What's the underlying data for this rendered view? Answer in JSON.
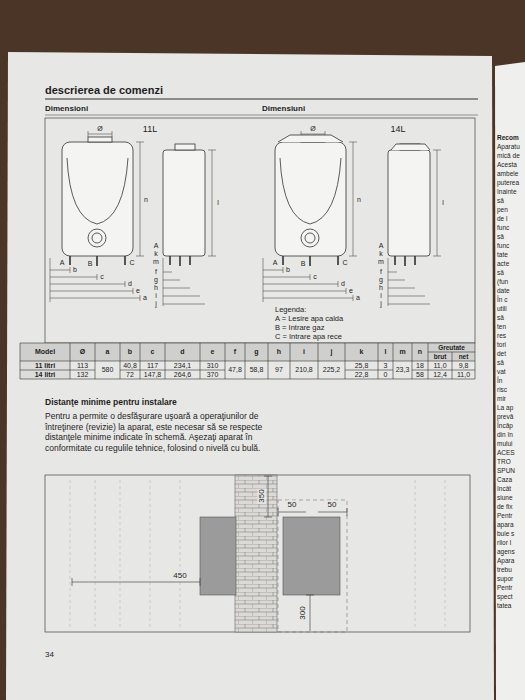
{
  "diagram": {
    "title": "descrierea de comenzi",
    "labels": [
      "Dimensioni",
      "Dimensiuni",
      "11L",
      "14L",
      "Ø",
      "n",
      "A",
      "B",
      "C",
      "b",
      "c",
      "d",
      "e",
      "a",
      "A",
      "k",
      "m",
      "f",
      "g",
      "h",
      "i",
      "j",
      "l",
      "Ø",
      "n",
      "A",
      "B",
      "C",
      "b",
      "c",
      "d",
      "e",
      "a",
      "A",
      "k",
      "m",
      "f",
      "g",
      "h",
      "i",
      "j",
      "l",
      "Legenda:",
      "A = Lesire apa calda",
      "B = Intrare gaz",
      "C = Intrare apa rece",
      "Model",
      "Ø",
      "a",
      "b",
      "c",
      "d",
      "e",
      "f",
      "g",
      "h",
      "i",
      "j",
      "k",
      "l",
      "m",
      "n",
      "Greutate",
      "brut",
      "net",
      "11 litri",
      "113",
      "580",
      "40,8",
      "117",
      "234,1",
      "310",
      "47,8",
      "58,8",
      "97",
      "210,8",
      "225,2",
      "25,8",
      "3",
      "23,3",
      "18",
      "11,0",
      "9,8",
      "14 litri",
      "132",
      "72",
      "147,8",
      "264,6",
      "370",
      "22,8",
      "0",
      "58",
      "12,4",
      "11,0",
      "Distanţe minime pentru instalare",
      "Pentru a permite o desfăşurare uşoară a operaţiunilor de întreţinere (revizie) la aparat, este necesar să se respecte distanţele minime indicate în schemă. Aşezaţi aparat în conformitate cu regulile tehnice, folosind o nivelă cu bulă.",
      "350",
      "50",
      "50",
      "450",
      "300",
      "34",
      "Recom",
      "Aparatu",
      "mică de",
      "Acesta",
      "ambele",
      "puterea",
      "înainte",
      "să",
      "pen",
      "de l",
      "func",
      "să",
      "func",
      "tate",
      "acte",
      "să",
      "(fun",
      "date",
      "În c",
      "utili",
      "să",
      "ten",
      "res",
      "tori",
      "det",
      "să",
      "vat",
      "În",
      "risc",
      "mir",
      "La ap",
      "prevă",
      "Încăp",
      "din în",
      "mului",
      "ACES",
      "TRO",
      "SPUN",
      "Caza",
      "încât",
      "siune",
      "de fix",
      "Pentr",
      "apara",
      "buie s",
      "rilor l",
      "agens",
      "Apara",
      "trebu",
      "supor",
      "Pentr",
      "spect",
      "tatea"
    ]
  }
}
